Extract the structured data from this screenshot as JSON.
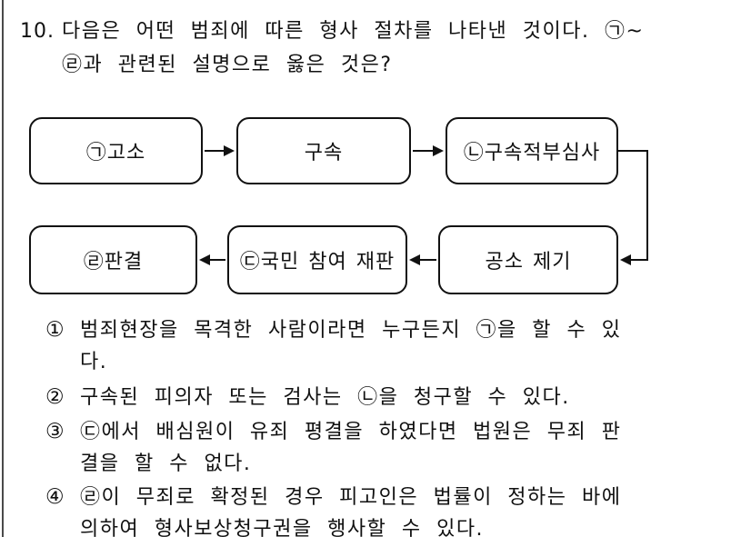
{
  "question": {
    "number": "10.",
    "line1": "다음은 어떤 범죄에 따른 형사 절차를 나타낸 것이다. ㉠~",
    "line2": "㉣과 관련된 설명으로 옳은 것은?"
  },
  "flowchart": {
    "top_row": [
      {
        "label": "㉠고소"
      },
      {
        "label": "구속"
      },
      {
        "label": "㉡구속적부심사"
      }
    ],
    "bottom_row": [
      {
        "label": "㉣판결"
      },
      {
        "label": "㉢국민 참여 재판"
      },
      {
        "label": "공소 제기"
      }
    ],
    "flow_order": [
      "㉠고소",
      "구속",
      "㉡구속적부심사",
      "공소 제기",
      "㉢국민 참여 재판",
      "㉣판결"
    ]
  },
  "choices": [
    {
      "marker": "①",
      "lines": [
        "범죄현장을 목격한 사람이라면 누구든지 ㉠을 할 수 있",
        "다."
      ]
    },
    {
      "marker": "②",
      "lines": [
        "구속된 피의자 또는 검사는 ㉡을 청구할 수 있다."
      ]
    },
    {
      "marker": "③",
      "lines": [
        "㉢에서 배심원이 유죄 평결을 하였다면 법원은 무죄 판",
        "결을 할 수 없다."
      ]
    },
    {
      "marker": "④",
      "lines": [
        "㉣이 무죄로 확정된 경우 피고인은 법률이 정하는 바에",
        "의하여 형사보상청구권을 행사할 수 있다."
      ]
    }
  ],
  "colors": {
    "text": "#111111",
    "box_border": "#111111",
    "background": "#ffffff",
    "page_rule": "#4a4a4a"
  }
}
